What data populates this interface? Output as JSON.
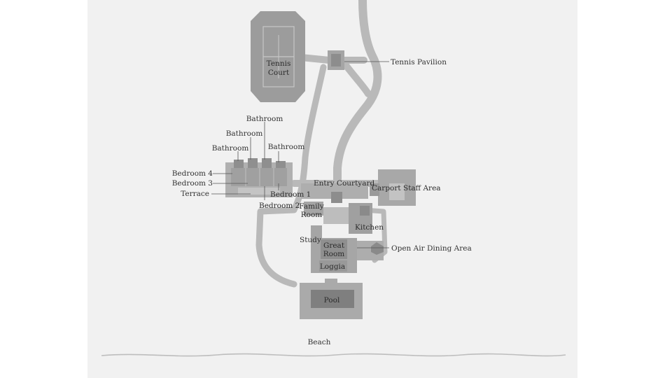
{
  "colors": {
    "page": "#ffffff",
    "panel": "#f1f1f1",
    "path": "#b9b9b9",
    "building": "#a5a5a5",
    "building_dark": "#8d8d8d",
    "court": "#9c9c9c",
    "water": "#7f7f7f",
    "text": "#333333",
    "leader": "#555555",
    "shore": "#bdbdbd"
  },
  "labels": {
    "tennis_court_1": "Tennis",
    "tennis_court_2": "Court",
    "tennis_pavilion": "Tennis Pavilion",
    "bathroom_top": "Bathroom",
    "bathroom_mid": "Bathroom",
    "bathroom_left": "Bathroom",
    "bathroom_right": "Bathroom",
    "bedroom_4": "Bedroom 4",
    "bedroom_3": "Bedroom 3",
    "terrace": "Terrace",
    "bedroom_1": "Bedroom 1",
    "bedroom_2": "Bedroom 2",
    "entry_courtyard": "Entry Courtyard",
    "carport": "Carport",
    "staff_area": "Staff Area",
    "family_room_1": "Family",
    "family_room_2": "Room",
    "kitchen": "Kitchen",
    "study": "Study",
    "great_room_1": "Great",
    "great_room_2": "Room",
    "open_air_dining": "Open Air Dining Area",
    "loggia": "Loggia",
    "pool": "Pool",
    "beach": "Beach"
  }
}
